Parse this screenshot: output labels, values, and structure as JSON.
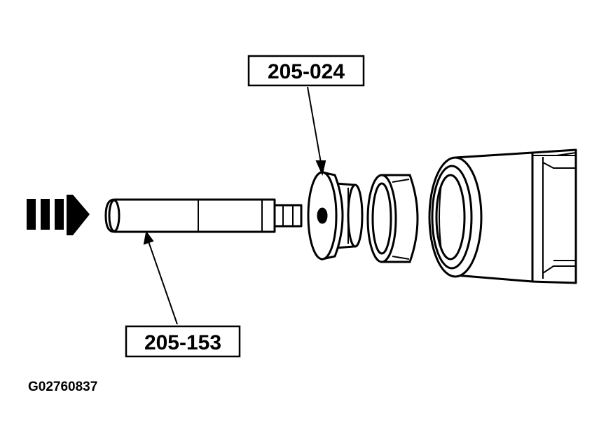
{
  "callouts": {
    "tool_upper": "205-024",
    "tool_lower": "205-153"
  },
  "figure_id": "G02760837",
  "colors": {
    "ink": "#000000",
    "paper": "#ffffff"
  },
  "icons": {
    "direction": "triple-dash-arrow-right-icon"
  }
}
